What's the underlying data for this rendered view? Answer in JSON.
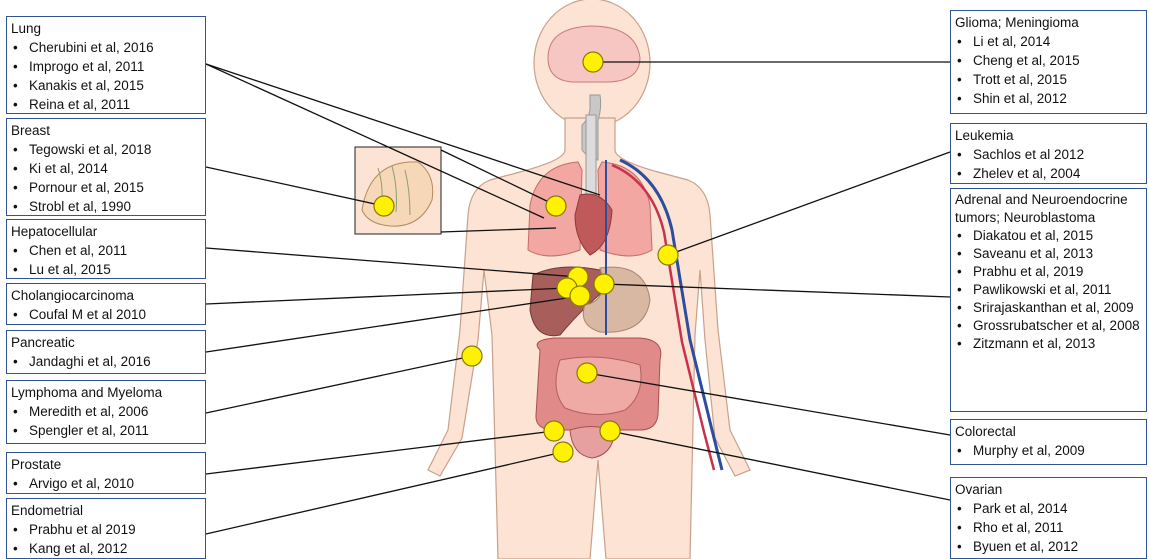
{
  "boxes": {
    "lung": {
      "title": "Lung",
      "items": [
        "Cherubini et al, 2016",
        "Improgo et al, 2011",
        "Kanakis et al, 2015",
        "Reina et al, 2011"
      ]
    },
    "breast": {
      "title": "Breast",
      "items": [
        "Tegowski et al, 2018",
        "Ki et al, 2014",
        "Pornour et al, 2015",
        "Strobl et al, 1990"
      ]
    },
    "hepatocellular": {
      "title": "Hepatocellular",
      "items": [
        "Chen et al, 2011",
        "Lu et al, 2015"
      ]
    },
    "cholangio": {
      "title": "Cholangiocarcinoma",
      "items": [
        "Coufal M et al 2010"
      ]
    },
    "pancreatic": {
      "title": "Pancreatic",
      "items": [
        "Jandaghi et al, 2016"
      ]
    },
    "lymphoma": {
      "title": "Lymphoma and Myeloma",
      "items": [
        "Meredith et al, 2006",
        "Spengler et al, 2011"
      ]
    },
    "prostate": {
      "title": "Prostate",
      "items": [
        "Arvigo et al, 2010"
      ]
    },
    "endometrial": {
      "title": "Endometrial",
      "items": [
        "Prabhu et al 2019",
        "Kang et al, 2012"
      ]
    },
    "glioma": {
      "title": "Glioma; Meningioma",
      "items": [
        "Li et al, 2014",
        "Cheng et al, 2015",
        "Trott et al, 2015",
        "Shin et al, 2012"
      ]
    },
    "leukemia": {
      "title": "Leukemia",
      "items": [
        "Sachlos et al 2012",
        "Zhelev et al, 2004"
      ]
    },
    "adrenal": {
      "title": "Adrenal and Neuroendocrine tumors; Neuroblastoma",
      "items": [
        "Diakatou et al, 2015",
        "Saveanu et al, 2013",
        "Prabhu et al, 2019",
        "Pawlikowski et al, 2011",
        "Srirajaskanthan et al, 2009",
        "Grossrubatscher  et al, 2008",
        "Zitzmann et al, 2013"
      ]
    },
    "colorectal": {
      "title": "Colorectal",
      "items": [
        "Murphy et al, 2009"
      ]
    },
    "ovarian": {
      "title": "Ovarian",
      "items": [
        "Park et al, 2014",
        "Rho et al, 2011",
        "Byuen et al, 2012"
      ]
    }
  },
  "colors": {
    "box_border": "#2f5597",
    "marker_fill": "#fff200",
    "skin": "#fce3d4",
    "skin_outline": "#c9a08a",
    "lung": "#f2a7a3",
    "liver": "#a85f5c",
    "stomach": "#d9b8a3",
    "intestine": "#e08a8a",
    "brain": "#f6c6c2",
    "vein": "#2e4d9e",
    "artery": "#c8324a"
  },
  "icons": [
    "human-body-illustration",
    "breast-tissue-inset"
  ]
}
